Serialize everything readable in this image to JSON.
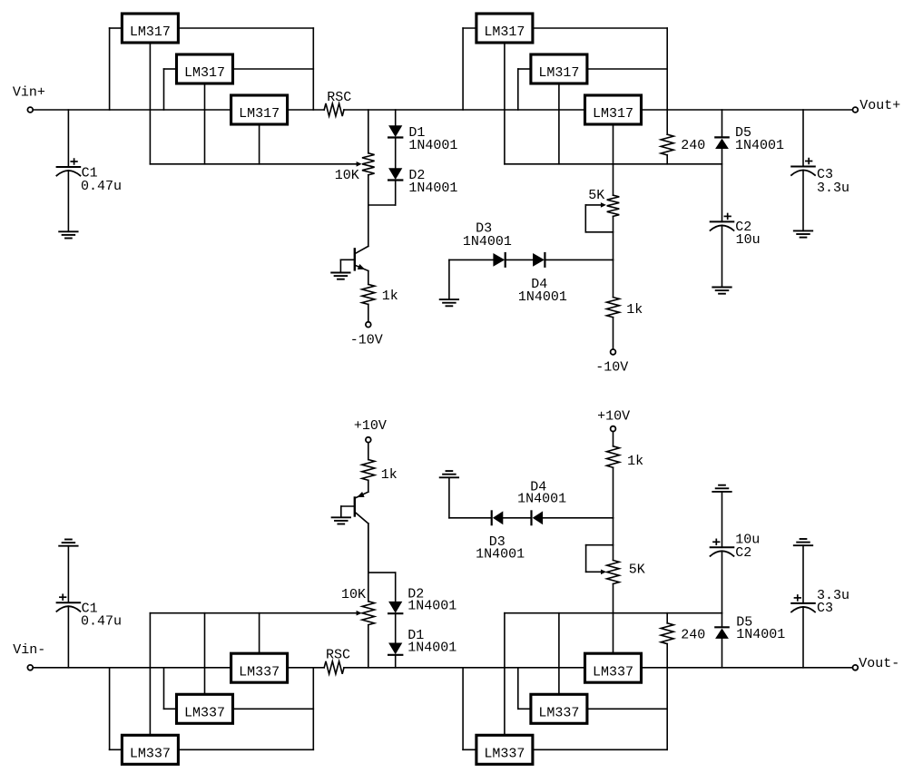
{
  "app": {
    "type": "circuit-schematic",
    "background": "#ffffff",
    "ink": "#000000"
  },
  "labels": {
    "vin_pos": "Vin+",
    "vout_pos": "Vout+",
    "vin_neg": "Vin-",
    "vout_neg": "Vout-",
    "reg_pos": "LM317",
    "reg_neg": "LM337",
    "rsc": "RSC",
    "pot_10k": "10K",
    "pot_5k": "5K",
    "r_240": "240",
    "r_1k": "1k",
    "c1_ref": "C1",
    "c1_val": "0.47u",
    "c2_ref": "C2",
    "c2_val": "10u",
    "c3_ref": "C3",
    "c3_val": "3.3u",
    "d1_ref": "D1",
    "d2_ref": "D2",
    "d3_ref": "D3",
    "d4_ref": "D4",
    "d5_ref": "D5",
    "diode_part": "1N4001",
    "v_minus10": "-10V",
    "v_plus10": "+10V",
    "polarity_mark": "+"
  },
  "components": {
    "positive_rail": {
      "input": "Vin+",
      "output": "Vout+",
      "regulators": [
        "LM317",
        "LM317",
        "LM317",
        "LM317",
        "LM317",
        "LM317"
      ],
      "parts": [
        {
          "ref": "C1",
          "value": "0.47u"
        },
        {
          "ref": "RSC"
        },
        {
          "ref": "10K"
        },
        {
          "ref": "D1",
          "part": "1N4001"
        },
        {
          "ref": "D2",
          "part": "1N4001"
        },
        {
          "ref": "D3",
          "part": "1N4001"
        },
        {
          "ref": "D4",
          "part": "1N4001"
        },
        {
          "ref": "D5",
          "part": "1N4001"
        },
        {
          "ref": "5K"
        },
        {
          "ref": "240"
        },
        {
          "ref": "1k"
        },
        {
          "ref": "1k"
        },
        {
          "ref": "C2",
          "value": "10u"
        },
        {
          "ref": "C3",
          "value": "3.3u"
        }
      ],
      "supplies": [
        "-10V",
        "-10V"
      ]
    },
    "negative_rail": {
      "input": "Vin-",
      "output": "Vout-",
      "regulators": [
        "LM337",
        "LM337",
        "LM337",
        "LM337",
        "LM337",
        "LM337"
      ],
      "parts": [
        {
          "ref": "C1",
          "value": "0.47u"
        },
        {
          "ref": "RSC"
        },
        {
          "ref": "10K"
        },
        {
          "ref": "D1",
          "part": "1N4001"
        },
        {
          "ref": "D2",
          "part": "1N4001"
        },
        {
          "ref": "D3",
          "part": "1N4001"
        },
        {
          "ref": "D4",
          "part": "1N4001"
        },
        {
          "ref": "D5",
          "part": "1N4001"
        },
        {
          "ref": "5K"
        },
        {
          "ref": "240"
        },
        {
          "ref": "1k"
        },
        {
          "ref": "1k"
        },
        {
          "ref": "C2",
          "value": "10u"
        },
        {
          "ref": "C3",
          "value": "3.3u"
        }
      ],
      "supplies": [
        "+10V",
        "+10V"
      ]
    }
  }
}
